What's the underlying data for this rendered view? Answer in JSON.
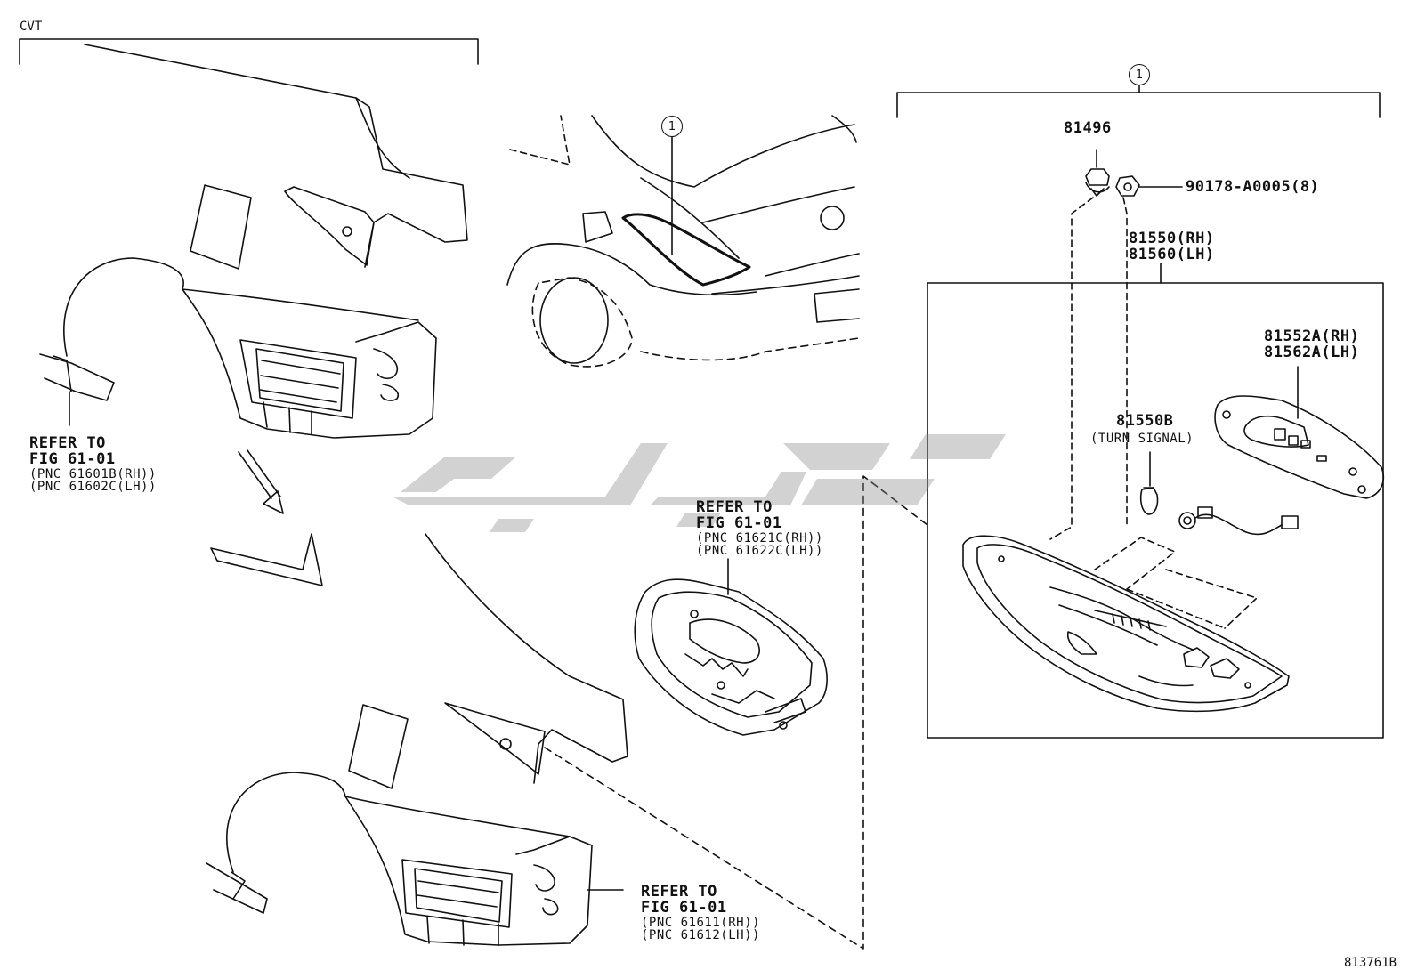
{
  "header": {
    "section_tag": "CVT",
    "callout_marker": "1"
  },
  "parts": {
    "clip": "81496",
    "nut": "90178-A0005(8)",
    "lamp_assy_rh": "81550(RH)",
    "lamp_assy_lh": "81560(LH)",
    "housing_rh": "81552A(RH)",
    "housing_lh": "81562A(LH)",
    "bulb": "81550B",
    "bulb_note": "(TURN SIGNAL)"
  },
  "refs": [
    {
      "title": "REFER TO",
      "fig": "FIG 61-01",
      "pnc_rh": "(PNC 61601B(RH))",
      "pnc_lh": "(PNC 61602C(LH))"
    },
    {
      "title": "REFER TO",
      "fig": "FIG 61-01",
      "pnc_rh": "(PNC 61621C(RH))",
      "pnc_lh": "(PNC 61622C(LH))"
    },
    {
      "title": "REFER TO",
      "fig": "FIG 61-01",
      "pnc_rh": "(PNC 61611(RH))",
      "pnc_lh": "(PNC 61612(LH))"
    }
  ],
  "diagram_id": "813761B",
  "watermark_color": "#8a8a8a",
  "line_color": "#111111"
}
